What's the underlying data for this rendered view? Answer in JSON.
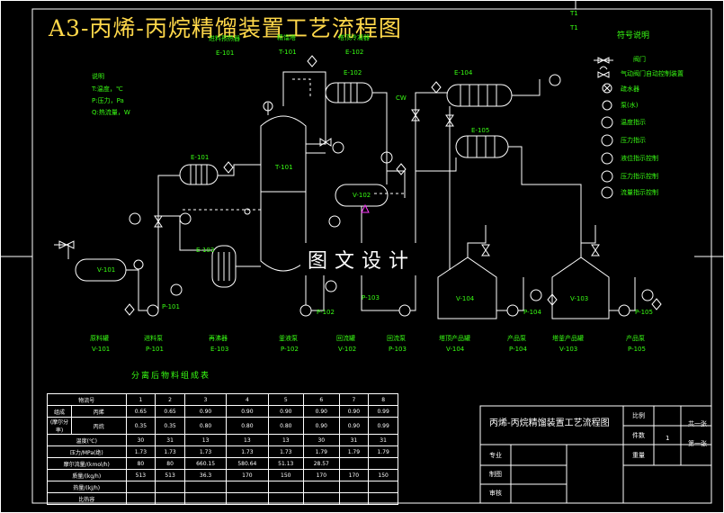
{
  "title": "A3-丙烯-丙烷精馏装置工艺流程图",
  "watermark": "图文设计",
  "top_right_marks": [
    "T1",
    "T1"
  ],
  "notes": {
    "heading": "说明",
    "lines": [
      "T:温度，℃",
      "P:压力，Pa",
      "Q:热流量，W"
    ]
  },
  "legend": {
    "heading": "符号说明",
    "items": [
      {
        "label": "阀门",
        "icon": "gate-valve-icon"
      },
      {
        "label": "气动阀门自动控制装置",
        "icon": "pneumatic-valve-icon"
      },
      {
        "label": "疏水器",
        "icon": "steam-trap-icon"
      },
      {
        "label": "泵(水)",
        "icon": "pump-icon"
      },
      {
        "label": "温度指示",
        "icon": "temperature-indicator-icon"
      },
      {
        "label": "压力指示",
        "icon": "pressure-indicator-icon"
      },
      {
        "label": "液位指示控制",
        "icon": "level-control-icon"
      },
      {
        "label": "压力指示控制",
        "icon": "pressure-control-icon"
      },
      {
        "label": "流量指示控制",
        "icon": "flow-control-icon"
      }
    ]
  },
  "equipment_top": [
    {
      "name": "进料预热器",
      "tag": "E-101"
    },
    {
      "name": "精馏塔",
      "tag": "T-101"
    },
    {
      "name": "塔顶冷凝器",
      "tag": "E-102"
    }
  ],
  "vessel_tags": {
    "e101": "E-101",
    "e102": "E-102",
    "e103": "E-103",
    "e104": "E-104",
    "e105": "E-105",
    "t101": "T-101",
    "v101": "V-101",
    "v102": "V-102",
    "v103": "V-103",
    "v104": "V-104",
    "p101": "P-101",
    "p102": "P-102",
    "p103": "P-103",
    "p104": "P-104",
    "p105": "P-105",
    "cw": "CW"
  },
  "equipment_bottom": [
    {
      "name": "原料罐",
      "tag": "V-101"
    },
    {
      "name": "进料泵",
      "tag": "P-101"
    },
    {
      "name": "再沸器",
      "tag": "E-103"
    },
    {
      "name": "釜液泵",
      "tag": "P-102"
    },
    {
      "name": "回流罐",
      "tag": "V-102"
    },
    {
      "name": "回流泵",
      "tag": "P-103"
    },
    {
      "name": "塔顶产品罐",
      "tag": "V-104"
    },
    {
      "name": "产品泵",
      "tag": "P-104"
    },
    {
      "name": "塔釜产品罐",
      "tag": "V-103"
    },
    {
      "name": "产品泵",
      "tag": "P-105"
    }
  ],
  "composition_table": {
    "heading": "分离后物料组成表",
    "header": [
      "物流号",
      "1",
      "2",
      "3",
      "4",
      "5",
      "6",
      "7",
      "8"
    ],
    "rows": [
      {
        "group": "组成",
        "label": "丙烯",
        "values": [
          "0.65",
          "0.65",
          "0.90",
          "0.90",
          "0.90",
          "0.90",
          "0.90",
          "0.99"
        ]
      },
      {
        "group": "(摩尔分率)",
        "label": "丙烷",
        "values": [
          "0.35",
          "0.35",
          "0.80",
          "0.80",
          "0.80",
          "0.90",
          "0.90",
          "0.99"
        ]
      },
      {
        "group": "",
        "label": "温度(℃)",
        "values": [
          "30",
          "31",
          "13",
          "13",
          "13",
          "30",
          "31",
          "31"
        ]
      },
      {
        "group": "",
        "label": "压力/MPa(绝)",
        "values": [
          "1.73",
          "1.73",
          "1.73",
          "1.73",
          "1.73",
          "1.79",
          "1.79",
          "1.79"
        ]
      },
      {
        "group": "",
        "label": "摩尔流量/(kmol/h)",
        "values": [
          "80",
          "80",
          "660.15",
          "580.64",
          "51.13",
          "28.57",
          "",
          ""
        ]
      },
      {
        "group": "",
        "label": "质量/(kg/h)",
        "values": [
          "513",
          "513",
          "36.3",
          "170",
          "150",
          "170",
          "170",
          "150"
        ]
      },
      {
        "group": "",
        "label": "热量/(kJ/h)",
        "values": [
          "",
          "",
          "",
          "",
          "",
          "",
          "",
          ""
        ]
      },
      {
        "group": "",
        "label": "比热容",
        "values": [
          "",
          "",
          "",
          "",
          "",
          "",
          "",
          ""
        ]
      }
    ]
  },
  "title_block": {
    "drawing_title": "丙烯-丙烷精馏装置工艺流程图",
    "ratio_label": "比例",
    "count_label": "件数",
    "count_value": "1",
    "weight_label": "重量",
    "sheet_label": "共一张",
    "sheet_no_label": "第一张",
    "designer_label": "专业",
    "drawn_label": "制图",
    "checked_label": "审核"
  },
  "colors": {
    "background": "#000000",
    "line": "#ffffff",
    "label": "#39ff14",
    "title": "#ffd84a",
    "magenta": "#ff3cff"
  }
}
